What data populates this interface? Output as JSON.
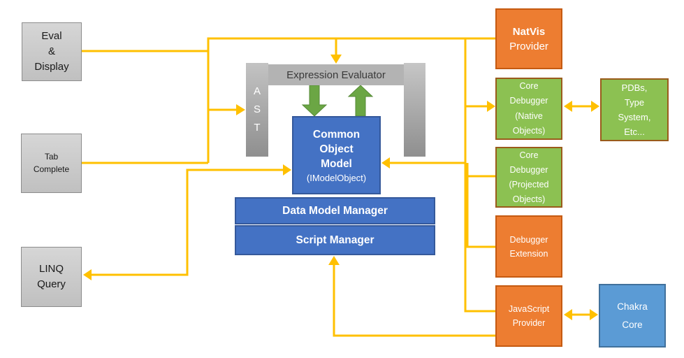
{
  "colors": {
    "connector": "#FFC000",
    "orange-fill": "#ED7D31",
    "orange-border": "#C55A11",
    "green-fill": "#8CC152",
    "green-border": "#9A5B1B",
    "blue-fill": "#4472C4",
    "blue-border": "#35599B",
    "lightblue-fill": "#5B9BD5",
    "lightblue-border": "#41719C",
    "gray-border": "#8C8C8C",
    "green-arrow": "#6BA644",
    "green-arrow-border": "#568A37"
  },
  "diagram": {
    "clients": {
      "eval_display": "Eval\n&\nDisplay",
      "tab_complete": "Tab\nComplete",
      "linq_query": "LINQ\nQuery"
    },
    "evaluator": {
      "ast": "A\nS\nT",
      "title": "Expression Evaluator"
    },
    "model": {
      "com_title": "Common\nObject\nModel",
      "com_subtitle": "(IModelObject)",
      "data_model_manager": "Data Model Manager",
      "script_manager": "Script Manager"
    },
    "providers": {
      "natvis_title": "NatVis",
      "natvis_subtitle": "Provider",
      "core_debugger_native": "Core\nDebugger\n(Native\nObjects)",
      "core_debugger_projected": "Core\nDebugger\n(Projected\nObjects)",
      "debugger_extension": "Debugger\nExtension",
      "javascript_provider": "JavaScript\nProvider"
    },
    "external": {
      "pdbs": "PDBs,\nType\nSystem,\nEtc...",
      "chakra_core": "Chakra\nCore"
    }
  }
}
